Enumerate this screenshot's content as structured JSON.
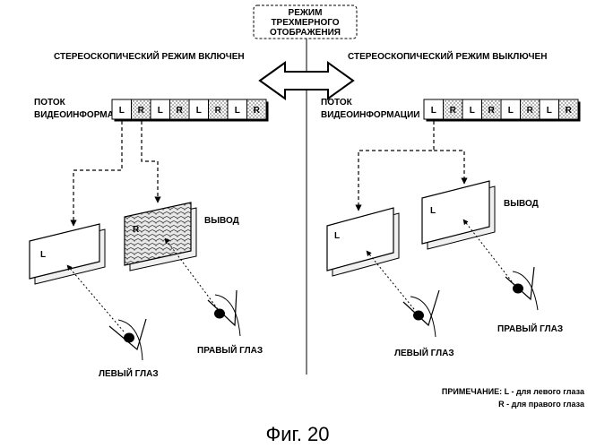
{
  "mode_box": {
    "line1": "РЕЖИМ",
    "line2": "ТРЕХМЕРНОГО",
    "line3": "ОТОБРАЖЕНИЯ"
  },
  "left_panel": {
    "heading": "СТЕРЕОСКОПИЧЕСКИЙ РЕЖИМ ВКЛЮЧЕН",
    "stream_label_line1": "ПОТОК",
    "stream_label_line2": "ВИДЕОИНФОРМАЦИИ",
    "frames": [
      "L",
      "R",
      "L",
      "R",
      "L",
      "R",
      "L",
      "R"
    ],
    "screen_left_letter": "L",
    "screen_right_letter": "R",
    "output_label": "ВЫВОД",
    "left_eye_label": "ЛЕВЫЙ ГЛАЗ",
    "right_eye_label": "ПРАВЫЙ ГЛАЗ"
  },
  "right_panel": {
    "heading": "СТЕРЕОСКОПИЧЕСКИЙ РЕЖИМ ВЫКЛЮЧЕН",
    "stream_label_line1": "ПОТОК",
    "stream_label_line2": "ВИДЕОИНФОРМАЦИИ",
    "frames": [
      "L",
      "R",
      "L",
      "R",
      "L",
      "R",
      "L",
      "R"
    ],
    "screen_left_letter": "L",
    "screen_right_letter": "L",
    "output_label": "ВЫВОД",
    "left_eye_label": "ЛЕВЫЙ ГЛАЗ",
    "right_eye_label": "ПРАВЫЙ ГЛАЗ"
  },
  "note": {
    "line1": "ПРИМЕЧАНИЕ: L - для левого глаза",
    "line2": "R - для правого глаза"
  },
  "caption": "Фиг. 20"
}
